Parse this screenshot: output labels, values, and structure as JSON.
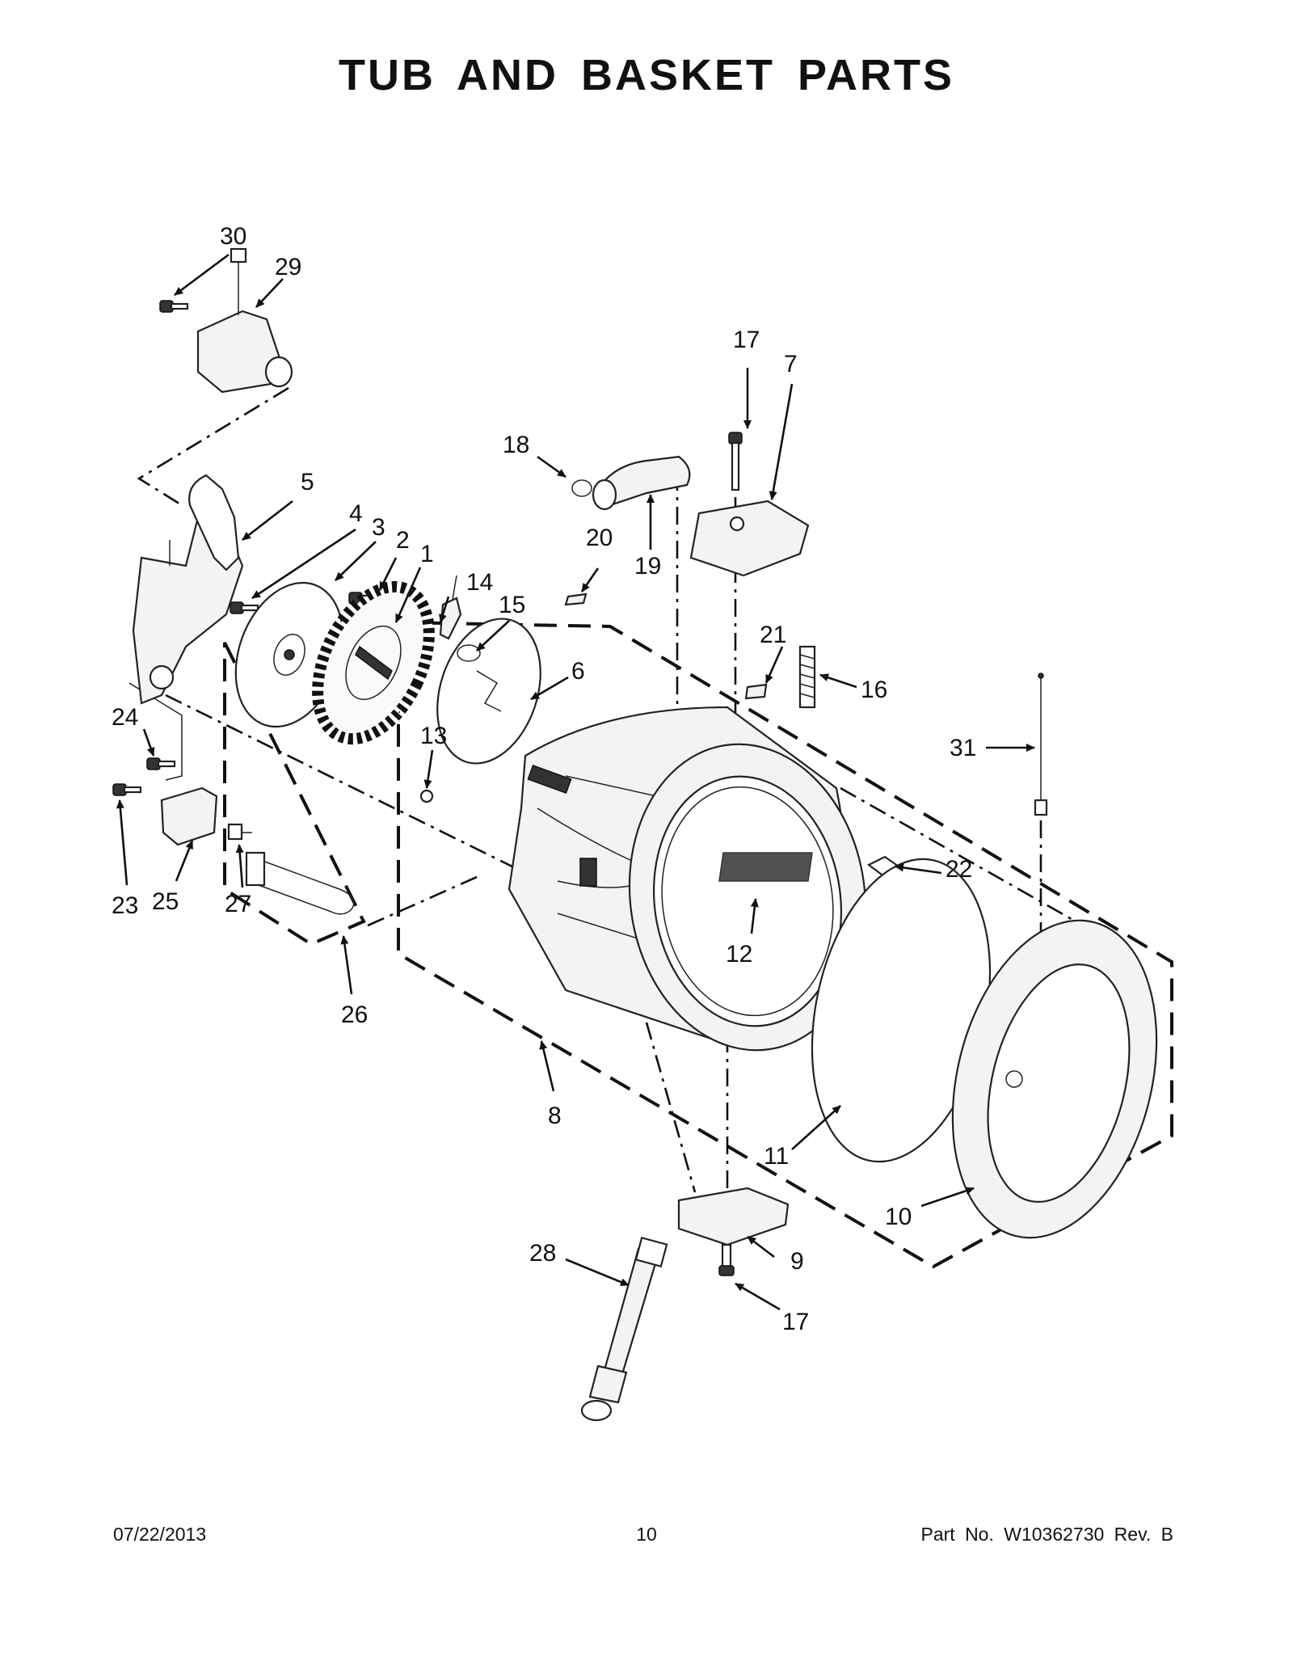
{
  "title": "TUB AND BASKET PARTS",
  "callouts": [
    "1",
    "2",
    "3",
    "4",
    "5",
    "6",
    "7",
    "8",
    "9",
    "10",
    "11",
    "12",
    "13",
    "14",
    "15",
    "16",
    "17",
    "17",
    "18",
    "19",
    "20",
    "21",
    "22",
    "23",
    "24",
    "25",
    "26",
    "27",
    "28",
    "29",
    "30",
    "31"
  ],
  "footer": {
    "date": "07/22/2013",
    "page": "10",
    "part_number": "Part No.  W10362730  Rev.  B"
  }
}
